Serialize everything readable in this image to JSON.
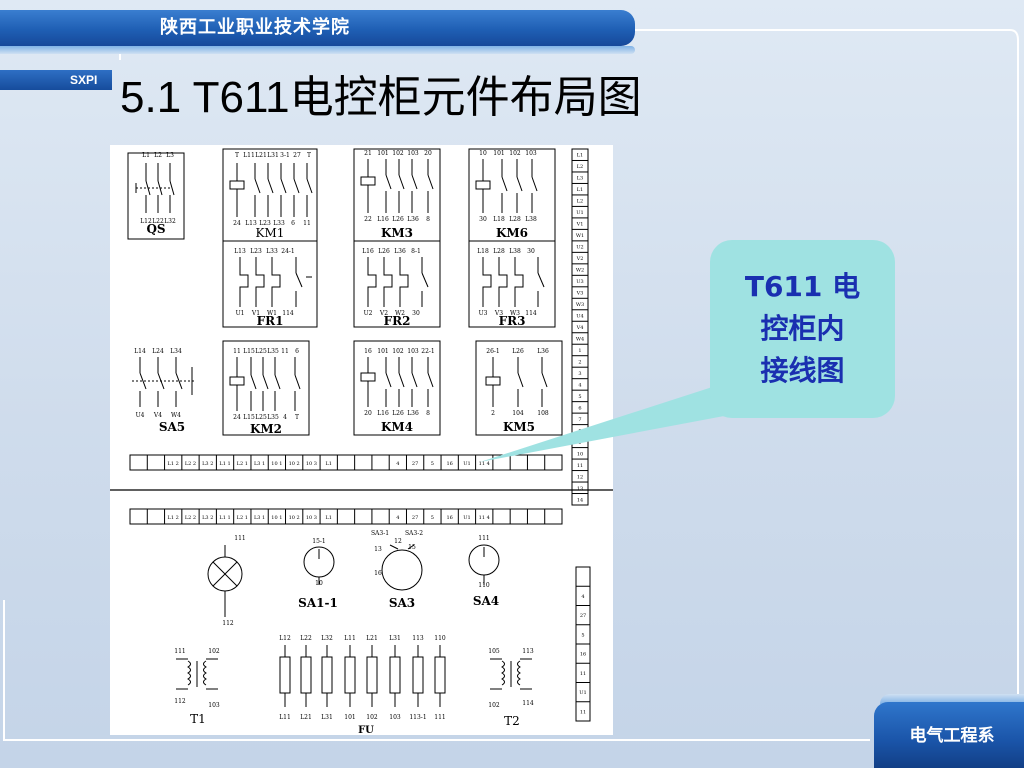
{
  "header": {
    "school_name": "陕西工业职业技术学院",
    "logo_label": "SXPI",
    "slide_title": "5.1 T611电控柜元件布局图"
  },
  "footer": {
    "department": "电气工程系"
  },
  "callout": {
    "lines": [
      "T611 电",
      "控柜内",
      "接线图"
    ]
  },
  "colors": {
    "banner_blue": "#1f5fb4",
    "callout_fill": "#9fe2e2",
    "callout_text": "#1a2fb0",
    "background": "#d6e3f0"
  },
  "diagram": {
    "components": {
      "qs": "QS",
      "km1": "KM1",
      "km2": "KM2",
      "km3": "KM3",
      "km4": "KM4",
      "km5": "KM5",
      "km6": "KM6",
      "fr1": "FR1",
      "fr2": "FR2",
      "fr3": "FR3",
      "sa5": "SA5",
      "sa1_1": "SA1-1",
      "sa3": "SA3",
      "sa4": "SA4",
      "t1": "T1",
      "t2": "T2",
      "fu": "FU"
    },
    "qs_terminals_top": [
      "L1",
      "L2",
      "L3"
    ],
    "qs_terminals_bottom": [
      "L12",
      "L22",
      "L32"
    ],
    "km1_top": [
      "T",
      "L11",
      "L21",
      "L31",
      "3-1",
      "27",
      "T"
    ],
    "km1_bottom": [
      "24",
      "L13",
      "L23",
      "L33",
      "6",
      "11"
    ],
    "km3_top": [
      "21",
      "101",
      "102",
      "103",
      "20"
    ],
    "km3_bottom": [
      "22",
      "L16",
      "L26",
      "L36",
      "8"
    ],
    "km6_top": [
      "10",
      "101",
      "102",
      "103"
    ],
    "km6_bottom": [
      "30",
      "L18",
      "L28",
      "L38"
    ],
    "fr1_top": [
      "L13",
      "L23",
      "L33",
      "24-1"
    ],
    "fr1_bottom": [
      "U1",
      "V1",
      "W1",
      "114"
    ],
    "fr2_top": [
      "L16",
      "L26",
      "L36",
      "8-1"
    ],
    "fr2_bottom": [
      "U2",
      "V2",
      "W2",
      "30"
    ],
    "fr3_top": [
      "L18",
      "L28",
      "L38",
      "30"
    ],
    "fr3_bottom": [
      "U3",
      "V3",
      "W3",
      "114"
    ],
    "sa5_top": [
      "L14",
      "L24",
      "L34"
    ],
    "sa5_bottom": [
      "U4",
      "V4",
      "W4"
    ],
    "km2_top": [
      "11",
      "L15",
      "L25",
      "L35",
      "11",
      "6"
    ],
    "km2_bottom": [
      "24",
      "L15",
      "L25",
      "L35",
      "4",
      "T"
    ],
    "km4_top": [
      "16",
      "101",
      "102",
      "103",
      "22-1"
    ],
    "km4_bottom": [
      "20",
      "L16",
      "L26",
      "L36",
      "8"
    ],
    "km5_top": [
      "26-1",
      "L26",
      "L36"
    ],
    "km5_bottom": [
      "2",
      "104",
      "108"
    ],
    "terminal_strip_upper": [
      "",
      "",
      "L1 2",
      "L2 2",
      "L3 2",
      "L1 1",
      "L2 1",
      "L3 1",
      "10 1",
      "10 2",
      "10 3",
      "L1",
      "",
      "",
      "",
      "4",
      "27",
      "5",
      "16",
      "U1",
      "11 4",
      "",
      "",
      "",
      ""
    ],
    "terminal_strip_lower": [
      "",
      "",
      "L1 2",
      "L2 2",
      "L3 2",
      "L1 1",
      "L2 1",
      "L3 1",
      "10 1",
      "10 2",
      "10 3",
      "L1",
      "",
      "",
      "",
      "4",
      "27",
      "5",
      "16",
      "U1",
      "11 4",
      "",
      "",
      "",
      ""
    ],
    "right_strip_upper": [
      "L1",
      "L2",
      "L3",
      "L1",
      "L2",
      "U1",
      "V1",
      "W1",
      "U2",
      "V2",
      "W2",
      "U3",
      "V3",
      "W3",
      "U4",
      "V4",
      "W4",
      "1",
      "2",
      "3",
      "4",
      "5",
      "6",
      "7",
      "8",
      "9",
      "10",
      "11",
      "12",
      "13",
      "14"
    ],
    "right_strip_lower": [
      "",
      "4",
      "27",
      "5",
      "16",
      "11",
      "U1",
      "11"
    ],
    "lamp_labels": [
      "111",
      "112"
    ],
    "sa1_1_labels": [
      "15-1",
      "10"
    ],
    "sa3_labels": [
      "SA3-1",
      "SA3-2",
      "12",
      "13",
      "15",
      "16"
    ],
    "sa4_labels": [
      "111",
      "110"
    ],
    "t1_labels": [
      "111",
      "102",
      "112",
      "103"
    ],
    "t2_labels": [
      "105",
      "113",
      "102",
      "114"
    ],
    "fu_top": [
      "L12",
      "L22",
      "L32",
      "L11",
      "L21",
      "L31",
      "113",
      "110"
    ],
    "fu_bottom": [
      "L11",
      "L21",
      "L31",
      "101",
      "102",
      "103",
      "113-1",
      "111"
    ]
  }
}
